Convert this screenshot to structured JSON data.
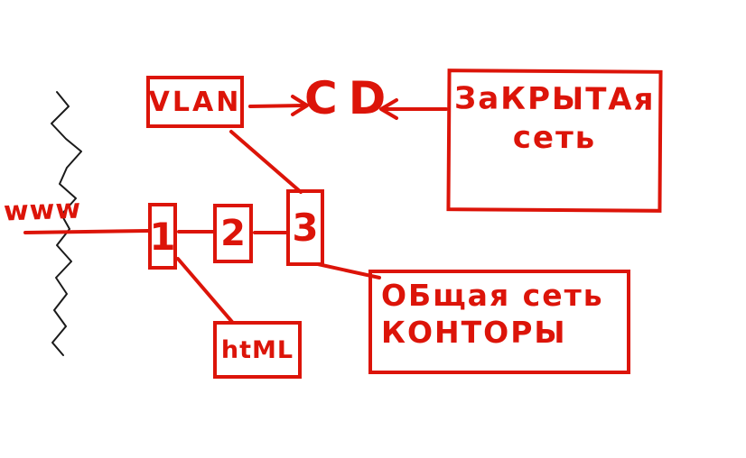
{
  "diagram": {
    "accent_color": "#dc1409",
    "ink_color": "#1a1a1a",
    "nodes": {
      "www_label": "www",
      "vlan": "VLAN",
      "cd": "CD",
      "switch1": "1",
      "switch2": "2",
      "switch3": "3",
      "html": "htML",
      "closed_network": {
        "line1": "ЗаКРЫТАя",
        "line2": "сеть"
      },
      "office_network": {
        "line1": "ОБщая сеть",
        "line2": "КОНТОРЫ"
      }
    }
  }
}
